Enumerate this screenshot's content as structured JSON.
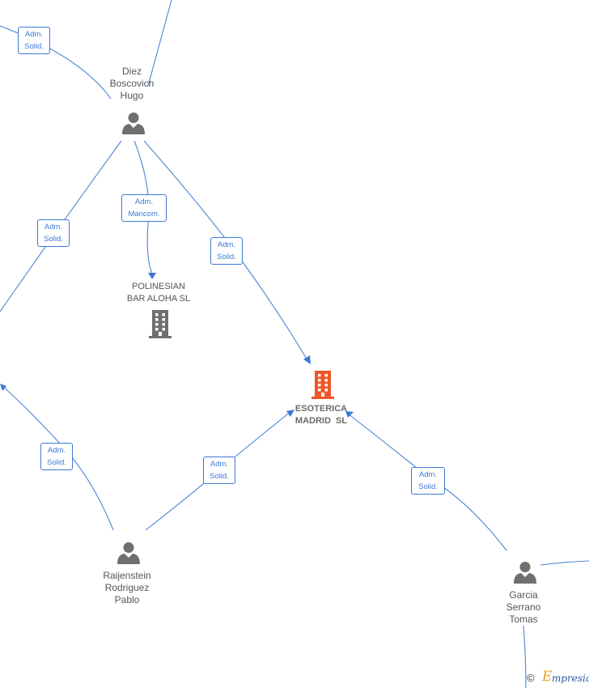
{
  "nodes": {
    "diez": {
      "type": "person",
      "lines": [
        "Diez",
        "Boscovich",
        "Hugo"
      ]
    },
    "polinesian": {
      "type": "company",
      "lines": [
        "POLINESIAN",
        "BAR ALOHA SL"
      ]
    },
    "esoterica": {
      "type": "company",
      "focus": true,
      "lines": [
        "ESOTERICA",
        "MADRID  SL"
      ]
    },
    "raijenstein": {
      "type": "person",
      "lines": [
        "Raijenstein",
        "Rodriguez",
        "Pablo"
      ]
    },
    "garcia": {
      "type": "person",
      "lines": [
        "Garcia",
        "Serrano",
        "Tomas"
      ]
    }
  },
  "relations": {
    "r1": [
      "Adm.",
      "Solid."
    ],
    "r2": [
      "Adm.",
      "Mancom."
    ],
    "r3": [
      "Adm.",
      "Solid."
    ],
    "r4": [
      "Adm.",
      "Solid."
    ],
    "r5": [
      "Adm.",
      "Solid."
    ],
    "r6": [
      "Adm.",
      "Solid."
    ],
    "r7": [
      "Adm.",
      "Solid."
    ]
  },
  "colors": {
    "edge": "#4a86d8",
    "person_icon": "#6f6f6f",
    "company_icon": "#6f6f6f",
    "focus_company_icon": "#f0572a"
  },
  "footer": {
    "copyright": "©",
    "brand_initial": "E",
    "brand_rest": "mpresia"
  }
}
